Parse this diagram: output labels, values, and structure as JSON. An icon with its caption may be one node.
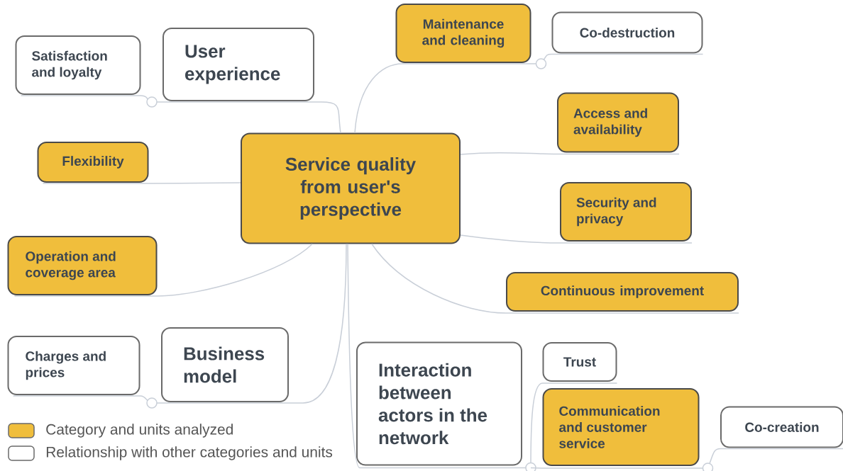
{
  "diagram": {
    "nodes": [
      {
        "text": [
          "Service quality from user's perspective"
        ]
      },
      {
        "text": [
          "User experience"
        ]
      },
      {
        "text": [
          "Satisfaction and loyalty"
        ]
      },
      {
        "text": [
          "Flexibility"
        ]
      },
      {
        "text": [
          "Operation and coverage area"
        ]
      },
      {
        "text": [
          "Business model"
        ]
      },
      {
        "text": [
          "Charges and prices"
        ]
      },
      {
        "text": [
          "Maintenance and cleaning"
        ]
      },
      {
        "text": [
          "Co-destruction"
        ]
      },
      {
        "text": [
          "Access and availability"
        ]
      },
      {
        "text": [
          "Security and privacy"
        ]
      },
      {
        "text": [
          "Continuous improvement"
        ]
      },
      {
        "text": [
          "Interaction between actors in the network"
        ]
      },
      {
        "text": [
          "Trust"
        ]
      },
      {
        "text": [
          "Communication and customer service"
        ]
      },
      {
        "text": [
          "Co-creation"
        ]
      }
    ],
    "edges": [
      {
        "from": 0,
        "to": 1,
        "arrow": "none"
      },
      {
        "from": 1,
        "to": 2,
        "arrow": "other"
      },
      {
        "from": 0,
        "to": 3,
        "arrow": "none"
      },
      {
        "from": 0,
        "to": 4,
        "arrow": "none"
      },
      {
        "from": 0,
        "to": 5,
        "arrow": "none"
      },
      {
        "from": 5,
        "to": 6,
        "arrow": "other"
      },
      {
        "from": 0,
        "to": 7,
        "arrow": "none"
      },
      {
        "from": 7,
        "to": 8,
        "arrow": "other"
      },
      {
        "from": 0,
        "to": 9,
        "arrow": "none"
      },
      {
        "from": 0,
        "to": 10,
        "arrow": "none"
      },
      {
        "from": 0,
        "to": 11,
        "arrow": "none"
      },
      {
        "from": 0,
        "to": 12,
        "arrow": "none"
      },
      {
        "from": 12,
        "to": 13,
        "arrow": "other"
      },
      {
        "from": 12,
        "to": 14,
        "arrow": "none"
      },
      {
        "from": 14,
        "to": 15,
        "arrow": "other"
      }
    ],
    "legend": [
      {
        "text": "Category and units analyzed",
        "color": "#f0be3c"
      },
      {
        "text": "Relationship with other categories and units"
      }
    ]
  }
}
